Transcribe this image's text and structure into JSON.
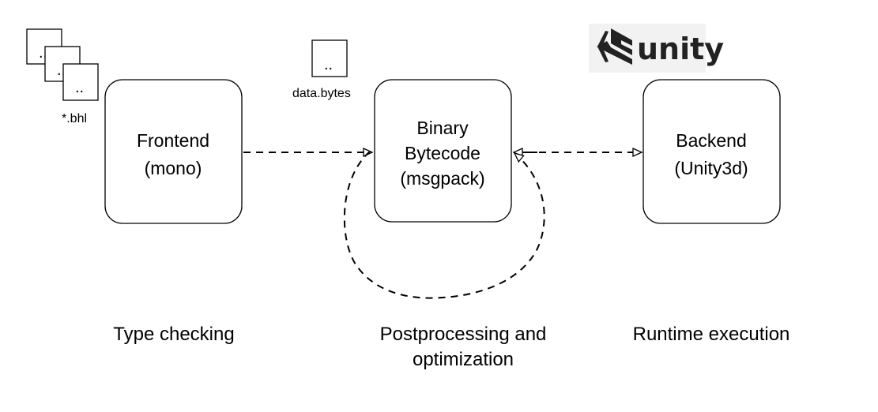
{
  "nodes": {
    "frontend": {
      "line1": "Frontend",
      "line2": "(mono)"
    },
    "bytecode": {
      "line1": "Binary",
      "line2": "Bytecode",
      "line3": "(msgpack)"
    },
    "backend": {
      "line1": "Backend",
      "line2": "(Unity3d)"
    }
  },
  "source_files": {
    "doc_label": "..",
    "file_label": "*.bhl"
  },
  "data_file": {
    "doc_label": "..",
    "file_label": "data.bytes"
  },
  "logo": {
    "wordmark": "unity"
  },
  "captions": {
    "frontend": "Type checking",
    "bytecode_line1": "Postprocessing and",
    "bytecode_line2": "optimization",
    "backend": "Runtime execution"
  },
  "colors": {
    "stroke": "#000000",
    "logo_bg": "#f2f2f2",
    "logo_fg": "#222222"
  }
}
